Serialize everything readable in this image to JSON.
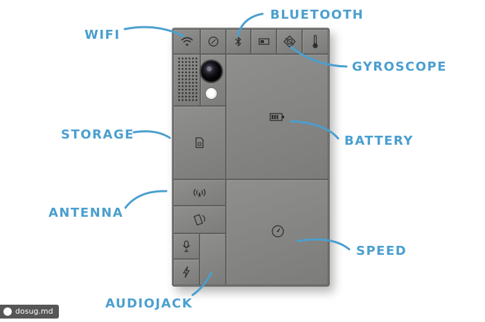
{
  "labels": {
    "wifi": "WIFI",
    "bluetooth": "BLUETOOTH",
    "gyroscope": "GYROSCOPE",
    "storage": "STORAGE",
    "battery": "BATTERY",
    "antenna": "ANTENNA",
    "speed": "SPEED",
    "audiojack": "AUDIOJACK"
  },
  "watermark": "dosug.md",
  "colors": {
    "label": "#4a9fcf",
    "phone_body": "#7d7d7b",
    "module_border": "#5f5f5d"
  }
}
